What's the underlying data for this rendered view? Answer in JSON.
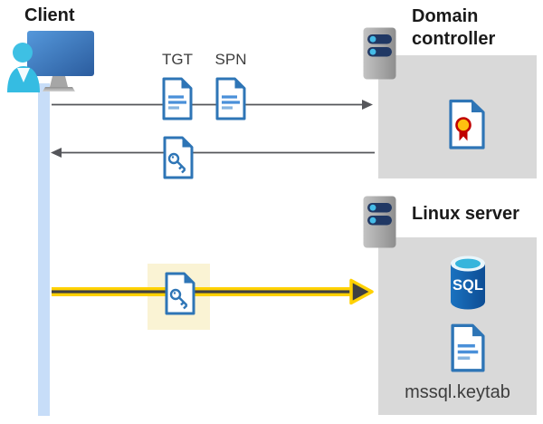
{
  "diagram": {
    "client": {
      "label": "Client"
    },
    "domain_controller": {
      "label": "Domain controller"
    },
    "linux_server": {
      "label": "Linux server"
    },
    "labels": {
      "tgt": "TGT",
      "spn": "SPN",
      "keytab": "mssql.keytab",
      "sql": "SQL"
    },
    "icons": {
      "client": "monitor-user-icon",
      "domain_controller": "server-icon",
      "linux_server": "server-icon",
      "tgt_ticket": "document-icon",
      "spn_ticket": "document-icon",
      "service_key_ticket": "key-document-icon",
      "certificate": "certificate-document-icon",
      "database": "sql-database-icon",
      "keytab_file": "document-icon"
    },
    "colors": {
      "lifeline_blue": "#C7DDF8",
      "icon_blue": "#2E75B6",
      "arrow_gray": "#55565A",
      "panel_gray": "#D9D9D9",
      "highlight_fill": "#FAF3D4",
      "highlight_arrow_yellow": "#FFD102",
      "sql_blue": "#1464B0",
      "accent_cyan": "#3EC0E4",
      "cert_red": "#C00000",
      "cert_gold": "#FFC010",
      "server_pill_navy": "#203864"
    }
  }
}
